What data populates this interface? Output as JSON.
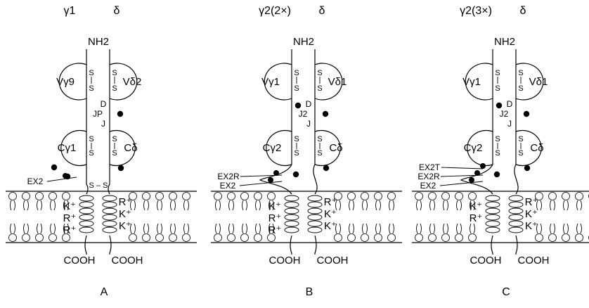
{
  "panels": [
    {
      "letter": "A",
      "chain_left": "γ1",
      "chain_right": "δ",
      "n_terminus": "NH2",
      "left_v": "Vγ9",
      "right_v": "Vδ2",
      "left_c": "Cγ1",
      "right_c": "Cδ",
      "left_j": "JP",
      "right_d": "D",
      "right_j": "J",
      "exon_labels": [
        "EX2"
      ],
      "interchain_ss": "S – S",
      "left_tm_charges": [
        "K⁺",
        "R⁺",
        "R⁺"
      ],
      "right_tm_charges": [
        "R⁺",
        "K⁺",
        "K⁺"
      ],
      "left_cterm": "COOH",
      "right_cterm": "COOH"
    },
    {
      "letter": "B",
      "chain_left": "γ2(2×)",
      "chain_right": "δ",
      "n_terminus": "NH2",
      "left_v": "Vγ1",
      "right_v": "Vδ1",
      "left_c": "Cγ2",
      "right_c": "Cδ",
      "left_j": "J2",
      "right_d": "D",
      "right_j": "J",
      "exon_labels": [
        "EX2R",
        "EX2"
      ],
      "interchain_ss": "",
      "left_tm_charges": [
        "K⁺",
        "R⁺",
        "R⁺"
      ],
      "right_tm_charges": [
        "R⁺",
        "K⁺",
        "K⁺"
      ],
      "left_cterm": "COOH",
      "right_cterm": "COOH"
    },
    {
      "letter": "C",
      "chain_left": "γ2(3×)",
      "chain_right": "δ",
      "n_terminus": "NH2",
      "left_v": "Vγ1",
      "right_v": "Vδ1",
      "left_c": "Cγ2",
      "right_c": "Cδ",
      "left_j": "J2",
      "right_d": "D",
      "right_j": "J",
      "exon_labels": [
        "EX2T",
        "EX2R",
        "EX2"
      ],
      "interchain_ss": "",
      "left_tm_charges": [
        "K⁺",
        "R⁺"
      ],
      "right_tm_charges": [
        "R⁺",
        "K⁺",
        "K⁺"
      ],
      "left_cterm": "COOH",
      "right_cterm": "COOH"
    }
  ],
  "intrachain_bond_letter": "S"
}
